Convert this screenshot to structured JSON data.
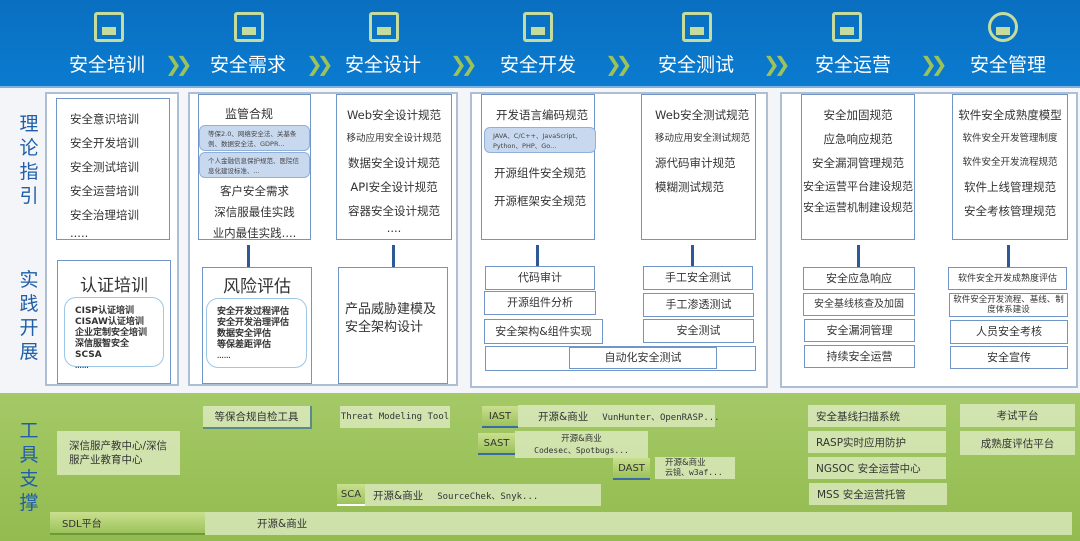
{
  "phases": [
    {
      "label": "安全培训",
      "icon": "training-presentation-icon"
    },
    {
      "label": "安全需求",
      "icon": "requirements-chart-icon"
    },
    {
      "label": "安全设计",
      "icon": "design-tools-icon"
    },
    {
      "label": "安全开发",
      "icon": "development-computer-icon"
    },
    {
      "label": "安全测试",
      "icon": "testing-device-icon"
    },
    {
      "label": "安全运营",
      "icon": "operations-monitor-icon"
    },
    {
      "label": "安全管理",
      "icon": "management-person-icon"
    }
  ],
  "row_labels": {
    "theory": "理论指引",
    "practice": "实践开展",
    "tools": "工具支撑"
  },
  "training": {
    "theory": [
      "安全意识培训",
      "安全开发培训",
      "安全测试培训",
      "安全运营培训",
      "安全治理培训",
      "....."
    ],
    "practice_title": "认证培训",
    "practice_items": [
      "CISP认证培训",
      "CISAW认证培训",
      "企业定制安全培训",
      "深信服智安全SCSA",
      "......"
    ]
  },
  "requirements": {
    "theory_title": "监管合规",
    "notes": [
      "等保2.0、网络安全法、关基条例、数据安全法、GDPR...",
      "个人金融信息保护规范、医院信息化建设标准、..."
    ],
    "theory_items": [
      "客户安全需求",
      "深信服最佳实践",
      "业内最佳实践...."
    ],
    "practice_title": "风险评估",
    "practice_items": [
      "安全开发过程评估",
      "安全开发治理评估",
      "数据安全评估",
      "等保差距评估",
      "......"
    ]
  },
  "design": {
    "theory": [
      "Web安全设计规范",
      "移动应用安全设计规范",
      "数据安全设计规范",
      "API安全设计规范",
      "容器安全设计规范",
      "...."
    ],
    "practice": "产品威胁建模及安全架构设计"
  },
  "development": {
    "theory_title": "开发语言编码规范",
    "note": "JAVA、C/C++、JavaScript、Python、PHP、Go...",
    "theory_items": [
      "开源组件安全规范",
      "开源框架安全规范"
    ],
    "practice": [
      "代码审计",
      "开源组件分析",
      "安全架构&组件实现"
    ]
  },
  "testing": {
    "theory": [
      "Web安全测试规范",
      "移动应用安全测试规范",
      "源代码审计规范",
      "模糊测试规范"
    ],
    "practice": [
      "手工安全测试",
      "手工渗透测试",
      "安全测试"
    ],
    "automation": "自动化安全测试"
  },
  "operations": {
    "theory": [
      "安全加固规范",
      "应急响应规范",
      "安全漏洞管理规范",
      "安全运营平台建设规范",
      "安全运营机制建设规范"
    ],
    "practice": [
      "安全应急响应",
      "安全基线核查及加固",
      "安全漏洞管理",
      "持续安全运营"
    ]
  },
  "management": {
    "theory": [
      "软件安全成熟度模型",
      "软件安全开发管理制度",
      "软件安全开发流程规范",
      "软件上线管理规范",
      "安全考核管理规范"
    ],
    "practice": [
      "软件安全开发成熟度评估",
      "软件安全开发流程、基线、制度体系建设",
      "人员安全考核",
      "安全宣传"
    ]
  },
  "tools": {
    "edu_center": "深信服产教中心/深信服产业教育中心",
    "compliance_tool": "等保合规自检工具",
    "threat_modeling": "Threat Modeling Tool",
    "iast": {
      "label": "IAST",
      "type": "开源&商业",
      "products": "VunHunter、OpenRASP..."
    },
    "sast": {
      "label": "SAST",
      "type": "开源&商业",
      "products": "Codesec、Spotbugs..."
    },
    "dast": {
      "label": "DAST",
      "type": "开源&商业",
      "products": "云镜、w3af..."
    },
    "sca": {
      "label": "SCA",
      "type": "开源&商业",
      "products": "SourceChek、Snyk..."
    },
    "sdl": {
      "label": "SDL平台",
      "type": "开源&商业"
    },
    "ops": [
      "安全基线扫描系统",
      "RASP实时应用防护",
      "NGSOC 安全运营中心",
      "MSS 安全运营托管"
    ],
    "mgmt": [
      "考试平台",
      "成熟度评估平台"
    ]
  },
  "colors": {
    "header": "#0a78c8",
    "tools_bg": "#9dc35e",
    "accent_chevron": "#9cc25a",
    "box_border": "#6f95c9",
    "label_text": "#1f5ea8"
  }
}
